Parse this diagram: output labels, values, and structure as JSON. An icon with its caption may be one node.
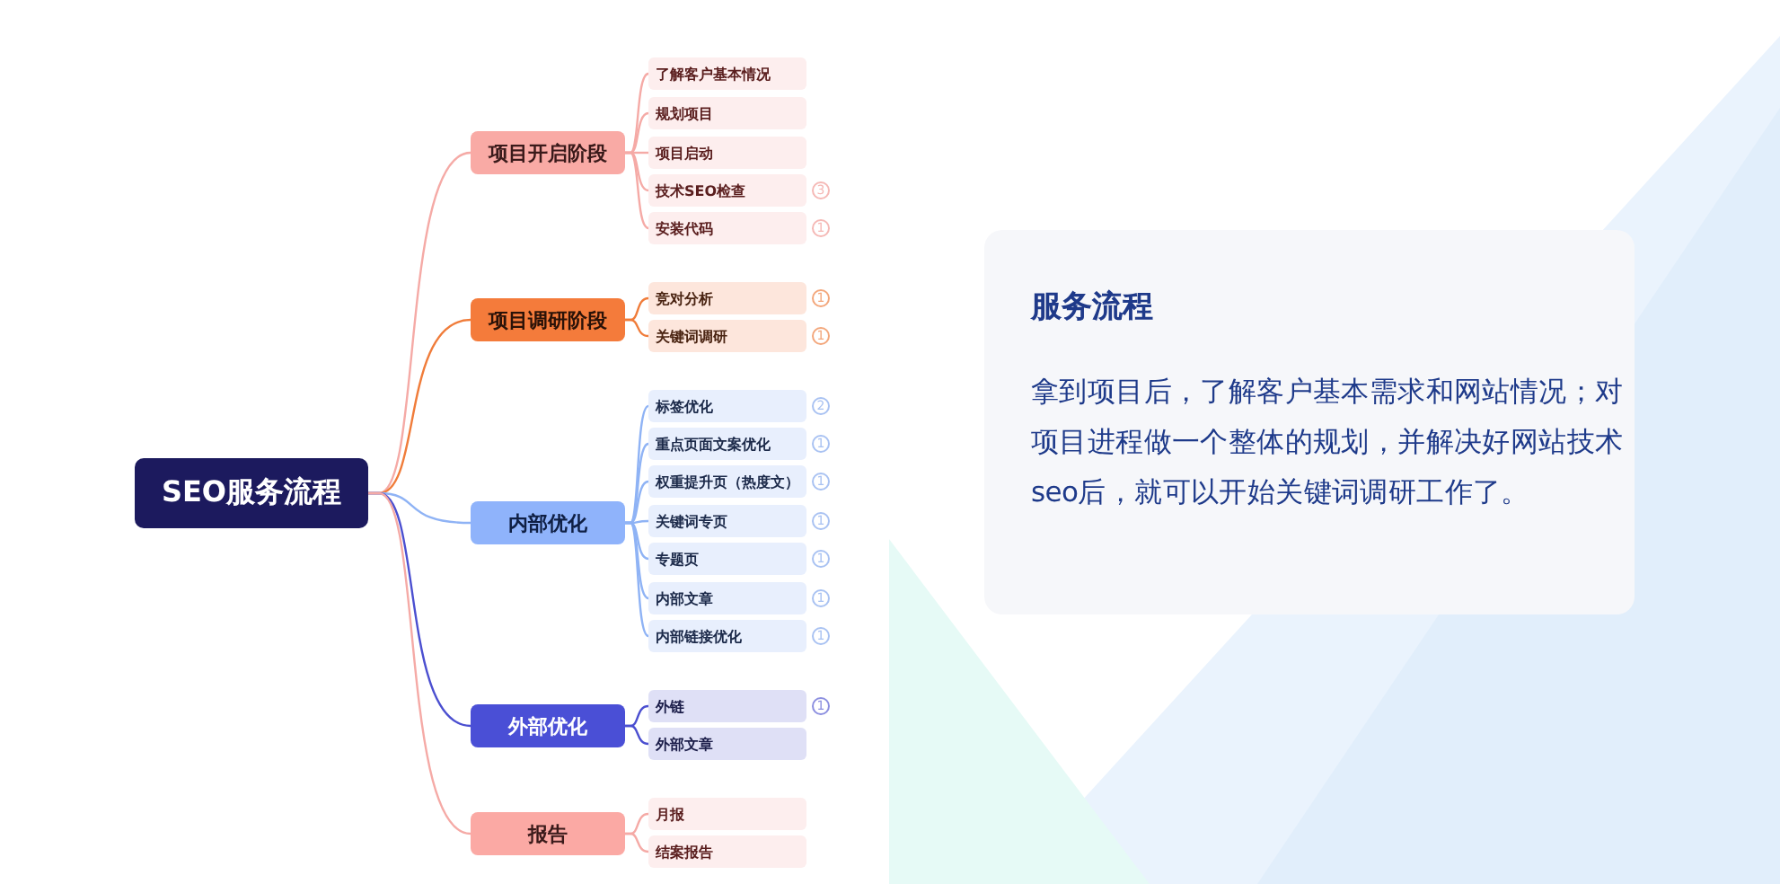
{
  "diagram": {
    "nodes": [
      {
        "text": [
          "SEO服务流程"
        ]
      },
      {
        "text": [
          "项目开启阶段"
        ]
      },
      {
        "text": [
          "了解客户基本情况"
        ]
      },
      {
        "text": [
          "规划项目"
        ]
      },
      {
        "text": [
          "项目启动"
        ]
      },
      {
        "text": [
          "技术SEO检查"
        ],
        "beside": [
          "3"
        ]
      },
      {
        "text": [
          "安装代码"
        ],
        "beside": [
          "1"
        ]
      },
      {
        "text": [
          "项目调研阶段"
        ]
      },
      {
        "text": [
          "竞对分析"
        ],
        "beside": [
          "1"
        ]
      },
      {
        "text": [
          "关键词调研"
        ],
        "beside": [
          "1"
        ]
      },
      {
        "text": [
          "内部优化"
        ]
      },
      {
        "text": [
          "标签优化"
        ],
        "beside": [
          "2"
        ]
      },
      {
        "text": [
          "重点页面文案优化"
        ],
        "beside": [
          "1"
        ]
      },
      {
        "text": [
          "权重提升页（热度文）"
        ],
        "beside": [
          "1"
        ]
      },
      {
        "text": [
          "关键词专页"
        ],
        "beside": [
          "1"
        ]
      },
      {
        "text": [
          "专题页"
        ],
        "beside": [
          "1"
        ]
      },
      {
        "text": [
          "内部文章"
        ],
        "beside": [
          "1"
        ]
      },
      {
        "text": [
          "内部链接优化"
        ],
        "beside": [
          "1"
        ]
      },
      {
        "text": [
          "外部优化"
        ]
      },
      {
        "text": [
          "外链"
        ],
        "beside": [
          "1"
        ]
      },
      {
        "text": [
          "外部文章"
        ]
      },
      {
        "text": [
          "报告"
        ]
      },
      {
        "text": [
          "月报"
        ]
      },
      {
        "text": [
          "结案报告"
        ]
      },
      {
        "text": [
          "服务流程",
          "拿到项目后，了解客户基本需求和网站情况；对项目进程做一个整体的规划，并解决好网站技术seo后，就可以开始关键词调研工作了。"
        ]
      }
    ],
    "edges": [
      {
        "from": 0,
        "to": 1,
        "arrow": "none",
        "color": "#f5aaa6"
      },
      {
        "from": 1,
        "to": 2,
        "arrow": "none",
        "color": "#f5aaa6"
      },
      {
        "from": 1,
        "to": 3,
        "arrow": "none",
        "color": "#f5aaa6"
      },
      {
        "from": 1,
        "to": 4,
        "arrow": "none",
        "color": "#f5aaa6"
      },
      {
        "from": 1,
        "to": 5,
        "arrow": "none",
        "color": "#f5aaa6"
      },
      {
        "from": 1,
        "to": 6,
        "arrow": "none",
        "color": "#f5aaa6"
      },
      {
        "from": 0,
        "to": 7,
        "arrow": "none",
        "color": "#f07c3a"
      },
      {
        "from": 7,
        "to": 8,
        "arrow": "none",
        "color": "#f07c3a"
      },
      {
        "from": 7,
        "to": 9,
        "arrow": "none",
        "color": "#f07c3a"
      },
      {
        "from": 0,
        "to": 10,
        "arrow": "none",
        "color": "#8fb3f5"
      },
      {
        "from": 10,
        "to": 11,
        "arrow": "none",
        "color": "#8fb3f5"
      },
      {
        "from": 10,
        "to": 12,
        "arrow": "none",
        "color": "#8fb3f5"
      },
      {
        "from": 10,
        "to": 13,
        "arrow": "none",
        "color": "#8fb3f5"
      },
      {
        "from": 10,
        "to": 14,
        "arrow": "none",
        "color": "#8fb3f5"
      },
      {
        "from": 10,
        "to": 15,
        "arrow": "none",
        "color": "#8fb3f5"
      },
      {
        "from": 10,
        "to": 16,
        "arrow": "none",
        "color": "#8fb3f5"
      },
      {
        "from": 10,
        "to": 17,
        "arrow": "none",
        "color": "#8fb3f5"
      },
      {
        "from": 0,
        "to": 18,
        "arrow": "none",
        "color": "#4b4fd0"
      },
      {
        "from": 18,
        "to": 19,
        "arrow": "none",
        "color": "#4b4fd0"
      },
      {
        "from": 18,
        "to": 20,
        "arrow": "none",
        "color": "#4b4fd0"
      },
      {
        "from": 0,
        "to": 21,
        "arrow": "none",
        "color": "#f5aaa6"
      },
      {
        "from": 21,
        "to": 22,
        "arrow": "none",
        "color": "#f5aaa6"
      },
      {
        "from": 21,
        "to": 23,
        "arrow": "none",
        "color": "#f5aaa6"
      }
    ]
  }
}
